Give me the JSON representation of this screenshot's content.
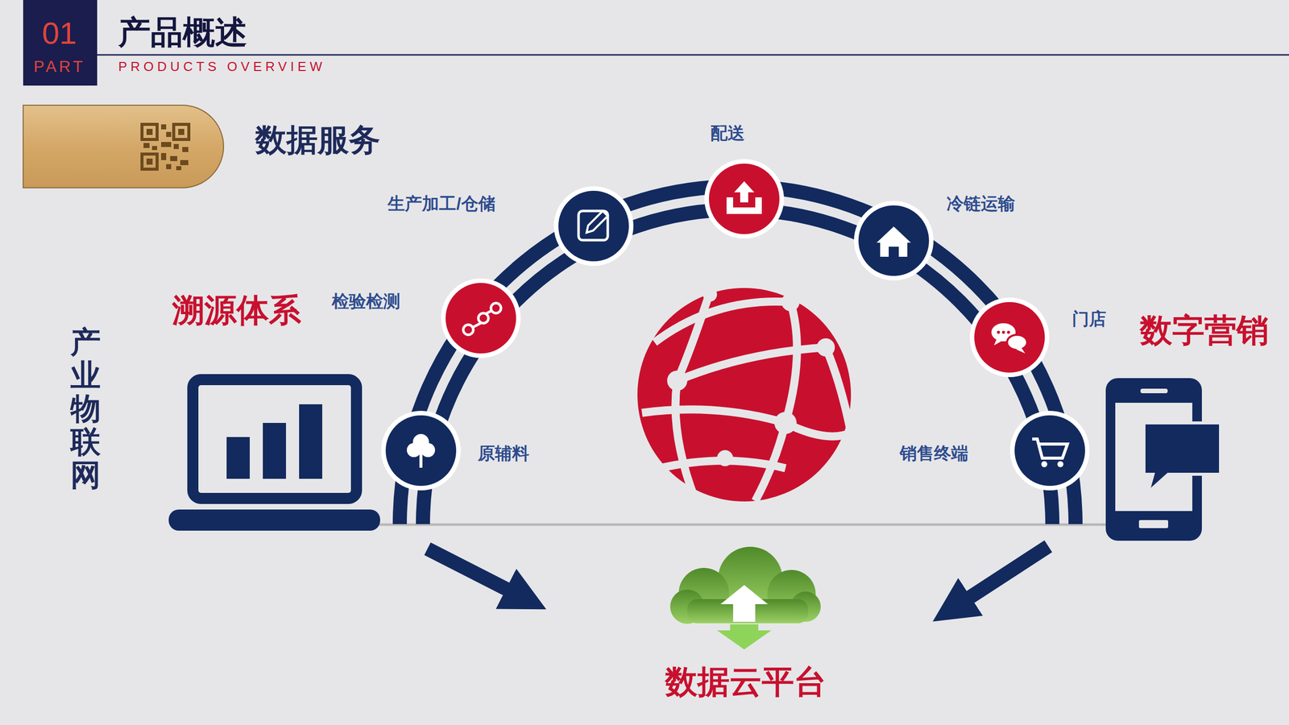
{
  "diagram": {
    "title": "产品概述",
    "labels": [
      "01",
      "PART",
      "PRODUCTS OVERVIEW",
      "数据服务",
      "溯源体系",
      "检验检测",
      "生产加工/仓储",
      "配送",
      "冷链运输",
      "门店",
      "数字营销",
      "产业物联网",
      "原辅料",
      "销售终端",
      "数据云平台"
    ]
  }
}
